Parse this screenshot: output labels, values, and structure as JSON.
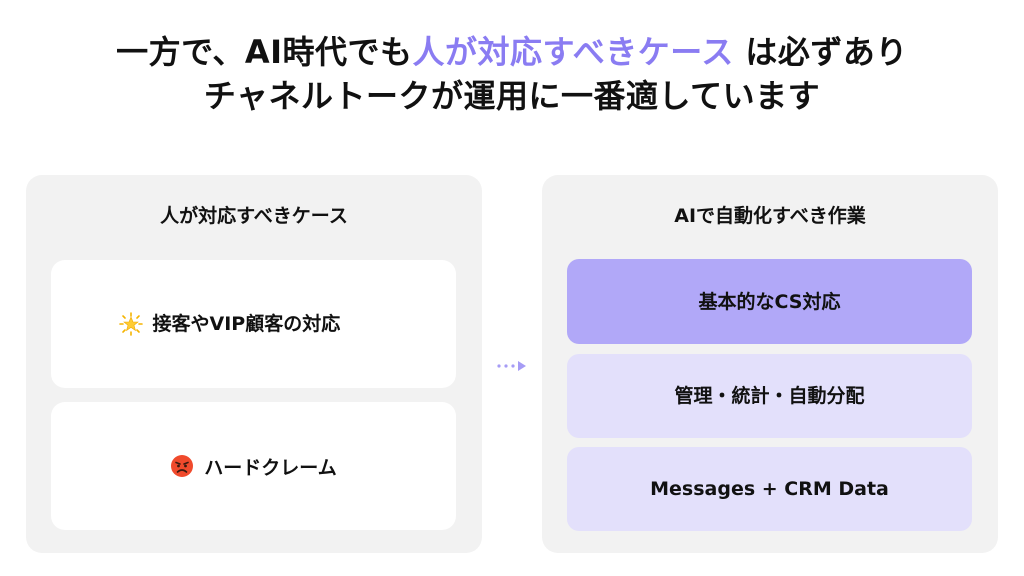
{
  "title": {
    "line1_before": "一方で、AI時代でも",
    "line1_accent": "人が対応すべきケース",
    "line1_after": " は必ずあり",
    "line2": "チャネルトークが運用に一番適しています"
  },
  "colors": {
    "accent": "#8a7cf2",
    "panel_bg": "#f2f2f2",
    "task_primary": "#b1a8f8",
    "task_secondary": "#e3e0fb"
  },
  "left_panel": {
    "heading": "人が対応すべきケース",
    "cards": [
      {
        "icon": "glowing-star-icon",
        "label": "接客やVIP顧客の対応"
      },
      {
        "icon": "angry-face-icon",
        "label": "ハードクレーム"
      }
    ]
  },
  "right_panel": {
    "heading": "AIで自動化すべき作業",
    "tasks": [
      {
        "label": "基本的なCS対応"
      },
      {
        "label": "管理・統計・自動分配"
      },
      {
        "label": "Messages + CRM Data"
      }
    ]
  }
}
